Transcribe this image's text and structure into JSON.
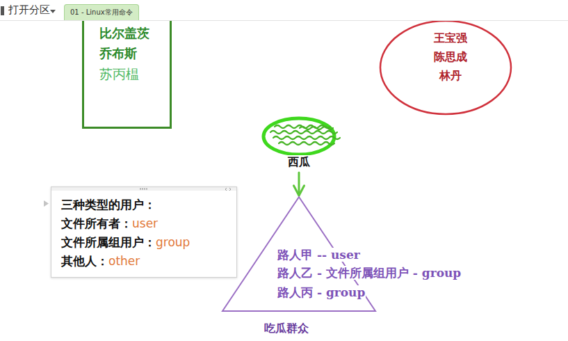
{
  "diagram": {
    "nodes": [
      {
        "text": [
          "比尔盖茨",
          "乔布斯",
          "苏丙榅"
        ]
      },
      {
        "text": [
          "王宝强",
          "陈思成",
          "林丹"
        ]
      },
      {
        "text": [
          "西瓜"
        ]
      },
      {
        "text": [
          "三种类型的用户：",
          "文件所有者：",
          "user",
          "文件所属组用户：",
          "group",
          "其他人：",
          "other"
        ]
      },
      {
        "text": [
          "路人甲 -- user",
          "路人乙 - 文件所属组用户 - group",
          "路人丙 - group",
          "吃瓜群众"
        ]
      }
    ],
    "edges": [
      {
        "from": 2,
        "to": 4,
        "arrow": "to"
      }
    ],
    "labels": [
      "打开分区",
      "01 - Linux常用命令"
    ]
  }
}
